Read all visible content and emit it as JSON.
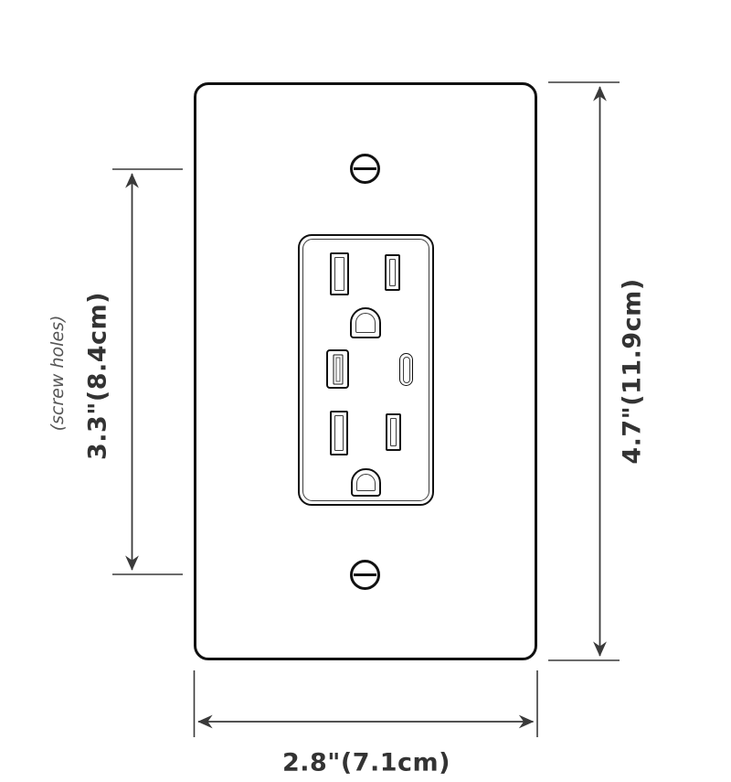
{
  "labels": {
    "screw_span": "3.3\"(8.4cm)",
    "screw_holes_note": "(screw holes)",
    "plate_height": "4.7\"(11.9cm)",
    "plate_width": "2.8\"(7.1cm)"
  },
  "colors": {
    "background": "#ffffff",
    "outline": "#111111",
    "inner_line": "#3c3c3c",
    "dimension_line": "#3a3a3a",
    "label_text": "#333333",
    "note_text": "#555555"
  }
}
